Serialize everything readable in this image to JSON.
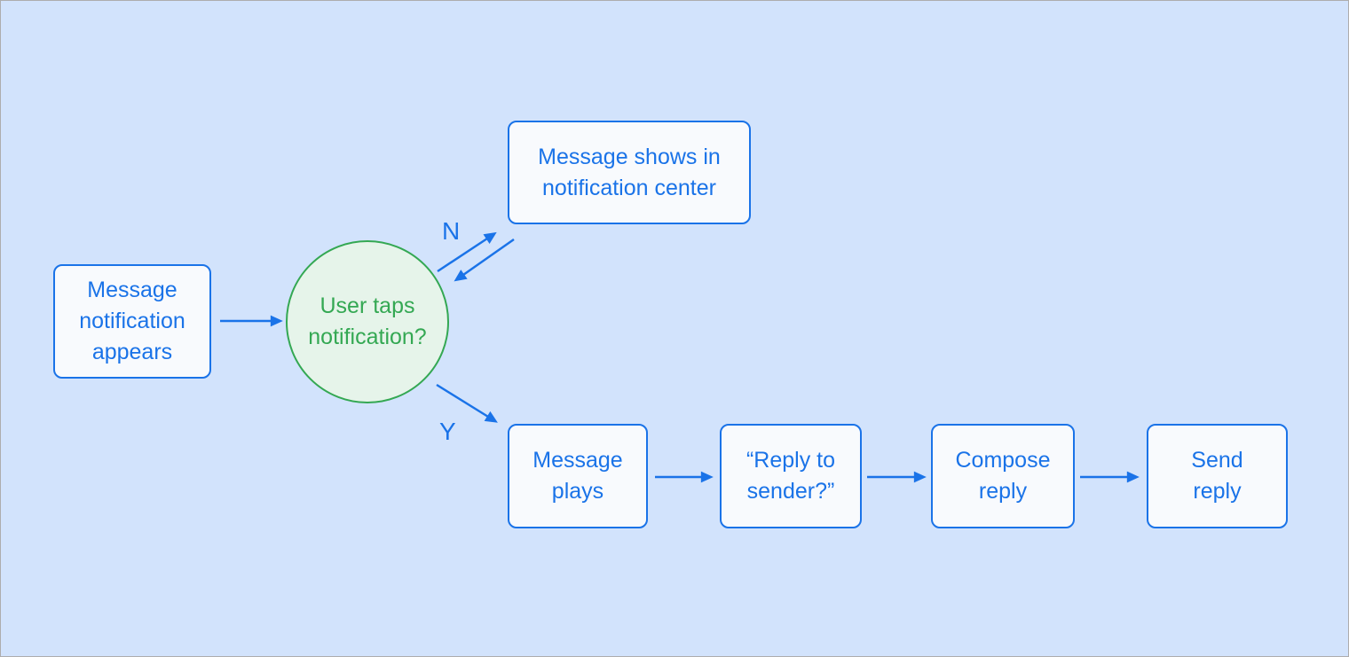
{
  "colors": {
    "background": "#d2e3fc",
    "canvas_border": "#adadad",
    "node_fill": "#f8fafd",
    "node_border": "#1a73e8",
    "node_text": "#1a73e8",
    "decision_fill": "#e6f4ea",
    "decision_border": "#34a853",
    "decision_text": "#34a853",
    "arrow": "#1a73e8"
  },
  "diagram": {
    "nodes": [
      {
        "id": "start",
        "type": "process",
        "label": "Message\nnotification\nappears"
      },
      {
        "id": "decision",
        "type": "decision",
        "label": "User taps\nnotification?"
      },
      {
        "id": "notif-center",
        "type": "process",
        "label": "Message shows in\nnotification center"
      },
      {
        "id": "message-plays",
        "type": "process",
        "label": "Message\nplays"
      },
      {
        "id": "reply-to-sender",
        "type": "process",
        "label": "“Reply to\nsender?”"
      },
      {
        "id": "compose-reply",
        "type": "process",
        "label": "Compose\nreply"
      },
      {
        "id": "send-reply",
        "type": "process",
        "label": "Send\nreply"
      }
    ],
    "edge_labels": {
      "no": "N",
      "yes": "Y"
    },
    "edges": [
      {
        "from": "start",
        "to": "decision"
      },
      {
        "from": "decision",
        "to": "notif-center",
        "label": "N"
      },
      {
        "from": "notif-center",
        "to": "decision"
      },
      {
        "from": "decision",
        "to": "message-plays",
        "label": "Y"
      },
      {
        "from": "message-plays",
        "to": "reply-to-sender"
      },
      {
        "from": "reply-to-sender",
        "to": "compose-reply"
      },
      {
        "from": "compose-reply",
        "to": "send-reply"
      }
    ]
  }
}
